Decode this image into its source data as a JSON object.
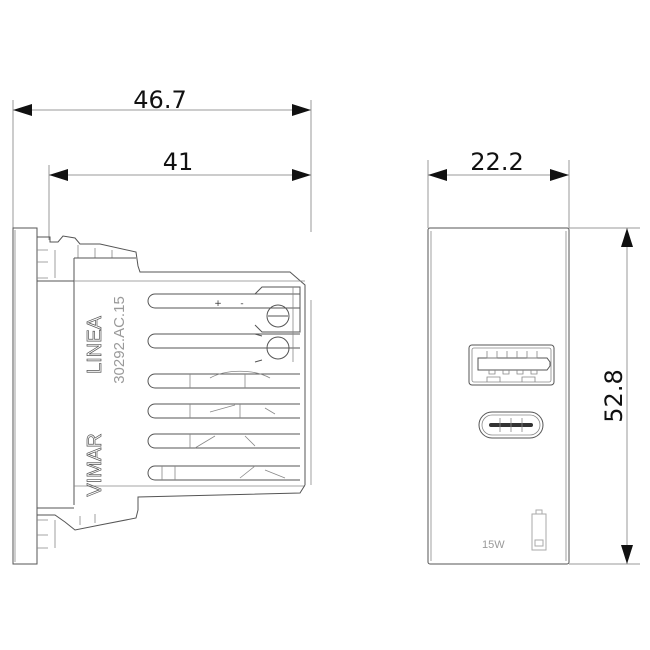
{
  "drawing": {
    "title": "USB charger module technical drawing",
    "side_view": {
      "dimensions": {
        "overall_depth": "46.7",
        "body_depth": "41"
      },
      "labels": {
        "brand": "VIMAR",
        "series": "LINEA",
        "code": "30292.AC.15",
        "terminal_plus": "+",
        "terminal_minus": "-"
      }
    },
    "front_view": {
      "dimensions": {
        "width": "22.2",
        "height": "52.8"
      },
      "ports": [
        {
          "type": "USB-A",
          "icon": "usb-a-port-icon"
        },
        {
          "type": "USB-C",
          "icon": "usb-c-port-icon"
        }
      ],
      "power_label": "15W",
      "power_icon": "battery-icon"
    }
  }
}
